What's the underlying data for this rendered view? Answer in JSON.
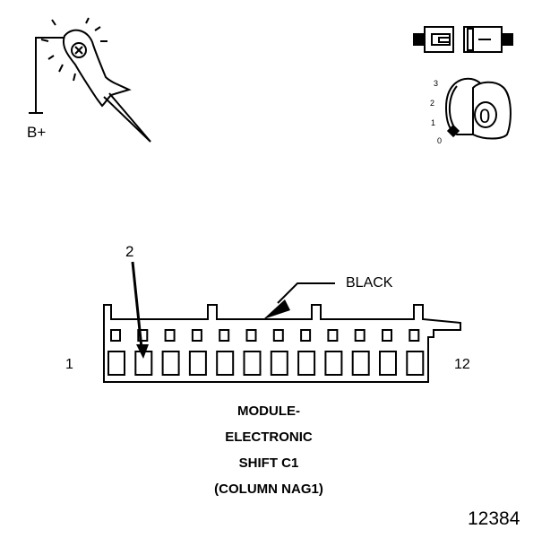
{
  "probe": {
    "label": "B+"
  },
  "ignition": {
    "positions": [
      "3",
      "2",
      "1",
      "0"
    ],
    "key_label": "0"
  },
  "connector": {
    "color_label": "BLACK",
    "pin_start": "1",
    "pin_end": "12",
    "callout_pin": "2",
    "title_lines": [
      "MODULE-",
      "ELECTRONIC",
      "SHIFT C1",
      "(COLUMN NAG1)"
    ]
  },
  "figure_number": "12384"
}
